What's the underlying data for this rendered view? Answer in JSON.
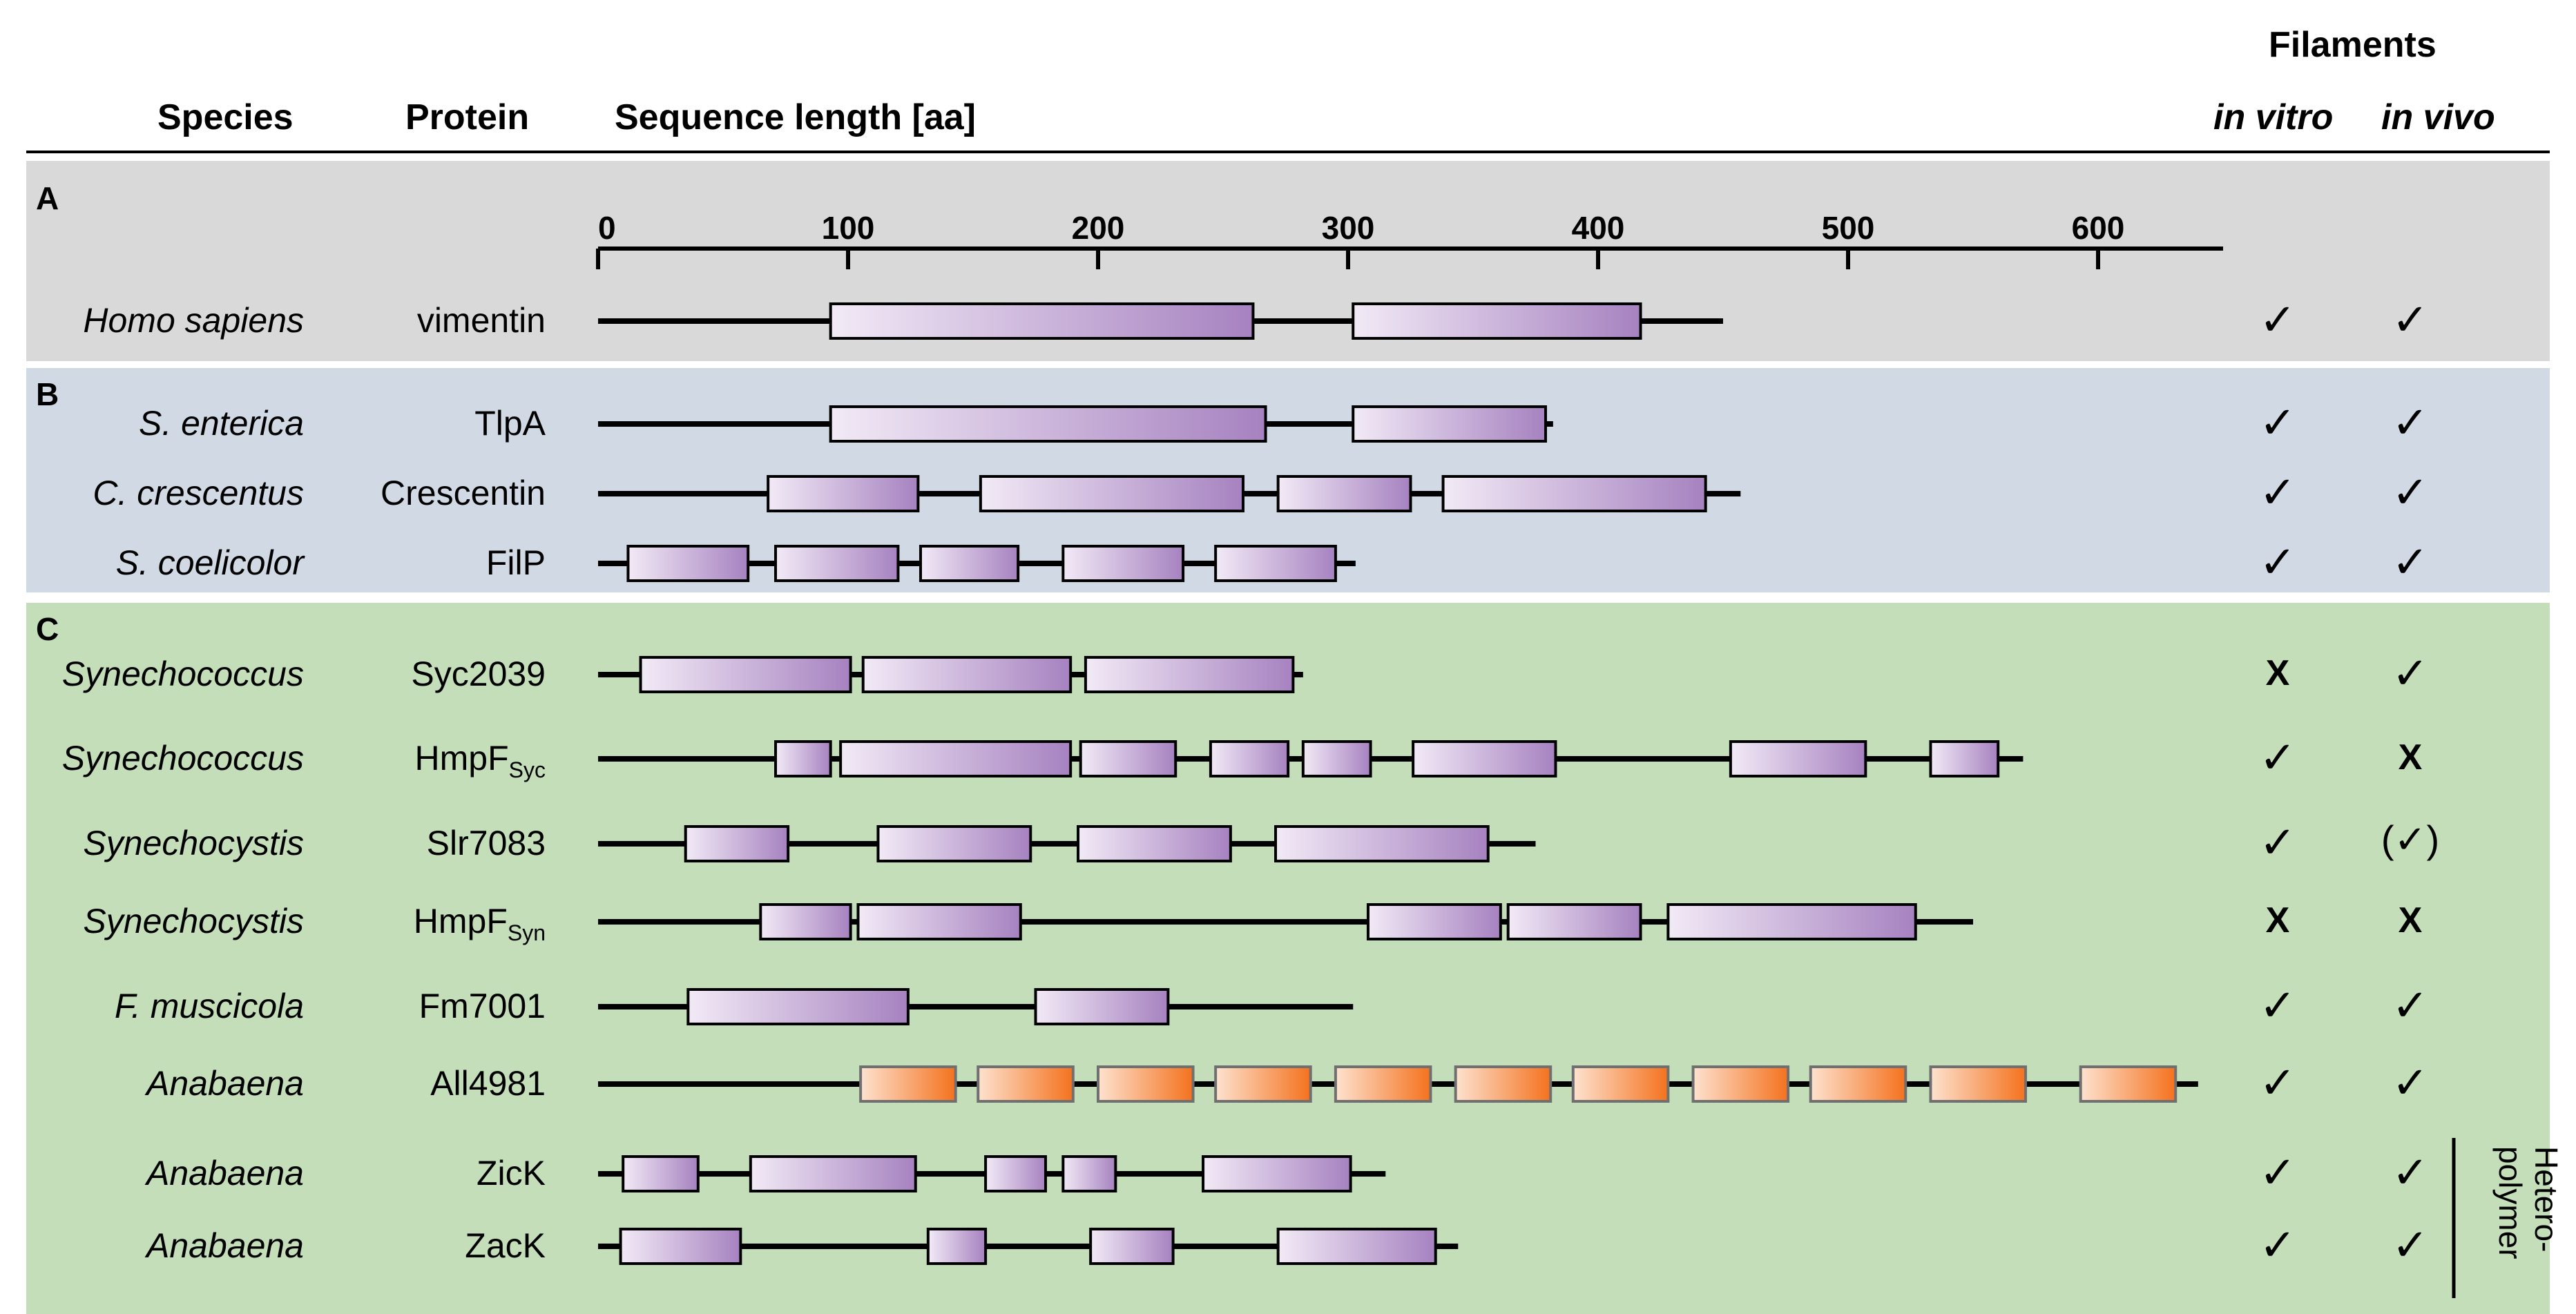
{
  "header": {
    "species": "Species",
    "protein": "Protein",
    "sequence_length": "Sequence length [aa]",
    "filaments": "Filaments",
    "in_vitro": "in vitro",
    "in_vivo": "in vivo"
  },
  "axis": {
    "ticks": [
      "0",
      "100",
      "200",
      "300",
      "400",
      "500",
      "600"
    ],
    "max": 650
  },
  "panels": [
    {
      "label": "A",
      "color": "#d9d9d9"
    },
    {
      "label": "B",
      "color": "#d1dae4"
    },
    {
      "label": "C",
      "color": "#c3deb8"
    }
  ],
  "side_note": "Hetero-\npolymer",
  "colors": {
    "coil_light": "#f2eaf6",
    "coil_dark": "#a682c0",
    "orange_light": "#fde2cf",
    "orange_dark": "#f4721e"
  },
  "rows": [
    {
      "species": "Homo sapiens",
      "protein": "vimentin",
      "sub": "",
      "length": 450,
      "segments": [
        [
          93,
          262
        ],
        [
          302,
          417
        ]
      ],
      "in_vitro": "✓",
      "in_vivo": "✓"
    },
    {
      "species": "S. enterica",
      "protein": "TlpA",
      "sub": "",
      "length": 382,
      "segments": [
        [
          93,
          267
        ],
        [
          302,
          379
        ]
      ],
      "in_vitro": "✓",
      "in_vivo": "✓"
    },
    {
      "species": "C. crescentus",
      "protein": "Crescentin",
      "sub": "",
      "length": 457,
      "segments": [
        [
          68,
          128
        ],
        [
          153,
          258
        ],
        [
          272,
          325
        ],
        [
          338,
          443
        ]
      ],
      "in_vitro": "✓",
      "in_vivo": "✓"
    },
    {
      "species": "S. coelicolor",
      "protein": "FilP",
      "sub": "",
      "length": 303,
      "segments": [
        [
          12,
          60
        ],
        [
          71,
          120
        ],
        [
          129,
          168
        ],
        [
          186,
          234
        ],
        [
          247,
          295
        ]
      ],
      "in_vitro": "✓",
      "in_vivo": "✓"
    },
    {
      "species": "Synechococcus",
      "protein": "Syc2039",
      "sub": "",
      "length": 282,
      "segments": [
        [
          17,
          101
        ],
        [
          106,
          189
        ],
        [
          195,
          278
        ]
      ],
      "in_vitro": "X",
      "in_vivo": "✓"
    },
    {
      "species": "Synechococcus",
      "protein": "HmpF",
      "sub": "Syc",
      "length": 570,
      "segments": [
        [
          71,
          93
        ],
        [
          97,
          189
        ],
        [
          193,
          231
        ],
        [
          245,
          276
        ],
        [
          282,
          309
        ],
        [
          326,
          383
        ],
        [
          453,
          507
        ],
        [
          533,
          560
        ]
      ],
      "in_vitro": "✓",
      "in_vivo": "X"
    },
    {
      "species": "Synechocystis",
      "protein": "Slr7083",
      "sub": "",
      "length": 375,
      "segments": [
        [
          35,
          76
        ],
        [
          112,
          173
        ],
        [
          192,
          253
        ],
        [
          271,
          356
        ]
      ],
      "in_vitro": "✓",
      "in_vivo": "(✓)"
    },
    {
      "species": "Synechocystis",
      "protein": "HmpF",
      "sub": "Syn",
      "length": 550,
      "segments": [
        [
          65,
          101
        ],
        [
          104,
          169
        ],
        [
          308,
          361
        ],
        [
          364,
          417
        ],
        [
          428,
          527
        ]
      ],
      "in_vitro": "X",
      "in_vivo": "X"
    },
    {
      "species": "F. muscicola",
      "protein": "Fm7001",
      "sub": "",
      "length": 302,
      "segments": [
        [
          36,
          124
        ],
        [
          175,
          228
        ]
      ],
      "in_vitro": "✓",
      "in_vivo": "✓"
    },
    {
      "species": "Anabaena",
      "protein": "All4981",
      "sub": "",
      "length": 640,
      "orange": true,
      "segments": [
        [
          105,
          143
        ],
        [
          152,
          190
        ],
        [
          200,
          238
        ],
        [
          247,
          285
        ],
        [
          295,
          333
        ],
        [
          343,
          381
        ],
        [
          390,
          428
        ],
        [
          438,
          476
        ],
        [
          485,
          523
        ],
        [
          533,
          571
        ],
        [
          593,
          631
        ]
      ],
      "in_vitro": "✓",
      "in_vivo": "✓"
    },
    {
      "species": "Anabaena",
      "protein": "ZicK",
      "sub": "",
      "length": 315,
      "segments": [
        [
          10,
          40
        ],
        [
          61,
          127
        ],
        [
          155,
          179
        ],
        [
          186,
          207
        ],
        [
          242,
          301
        ]
      ],
      "in_vitro": "✓",
      "in_vivo": "✓"
    },
    {
      "species": "Anabaena",
      "protein": "ZacK",
      "sub": "",
      "length": 344,
      "segments": [
        [
          9,
          57
        ],
        [
          132,
          155
        ],
        [
          197,
          230
        ],
        [
          272,
          335
        ]
      ],
      "in_vitro": "✓",
      "in_vivo": "✓"
    }
  ]
}
